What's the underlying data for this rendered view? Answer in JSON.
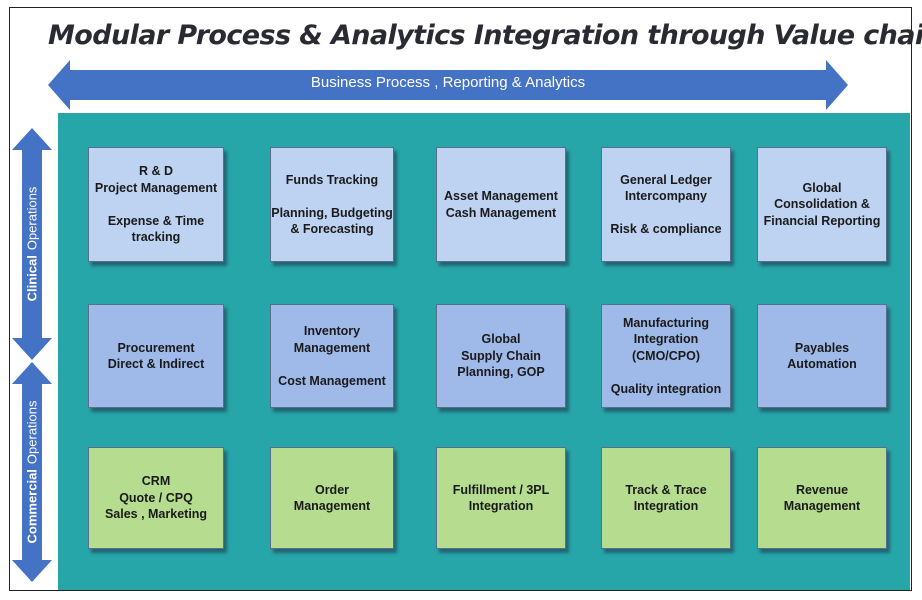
{
  "title": "Modular Process & Analytics Integration through Value chain",
  "horizontal_arrow_label": "Business Process , Reporting & Analytics",
  "vertical_labels": {
    "clinical": {
      "bold": "Clinical",
      "light": "Operations"
    },
    "commercial": {
      "bold": "Commercial",
      "light": "Operations"
    }
  },
  "colors": {
    "panel": "#27a6a9",
    "arrow": "#4472c4",
    "row1": "#bed3f1",
    "row2": "#9fb9e9",
    "row3": "#b5dc8f"
  },
  "rows": [
    {
      "boxes": [
        {
          "lines": [
            "R & D",
            "Project Management",
            "",
            "Expense & Time",
            "tracking"
          ]
        },
        {
          "lines": [
            "Funds Tracking",
            "",
            "Planning, Budgeting",
            "& Forecasting"
          ]
        },
        {
          "lines": [
            "Asset Management",
            "Cash Management"
          ]
        },
        {
          "lines": [
            "General Ledger",
            "Intercompany",
            "",
            "Risk & compliance"
          ]
        },
        {
          "lines": [
            "Global",
            "Consolidation &",
            "Financial Reporting"
          ]
        }
      ]
    },
    {
      "boxes": [
        {
          "lines": [
            "Procurement",
            "Direct & Indirect"
          ]
        },
        {
          "lines": [
            "Inventory",
            "Management",
            "",
            "Cost Management"
          ]
        },
        {
          "lines": [
            "Global",
            "Supply Chain",
            "Planning, GOP"
          ]
        },
        {
          "lines": [
            "Manufacturing",
            "Integration",
            "(CMO/CPO)",
            "",
            "Quality integration"
          ]
        },
        {
          "lines": [
            "Payables",
            "Automation"
          ]
        }
      ]
    },
    {
      "boxes": [
        {
          "lines": [
            "CRM",
            "Quote / CPQ",
            "Sales , Marketing"
          ]
        },
        {
          "lines": [
            "Order",
            "Management"
          ]
        },
        {
          "lines": [
            "Fulfillment / 3PL",
            "Integration"
          ]
        },
        {
          "lines": [
            "Track & Trace",
            "Integration"
          ]
        },
        {
          "lines": [
            "Revenue",
            "Management"
          ]
        }
      ]
    }
  ]
}
